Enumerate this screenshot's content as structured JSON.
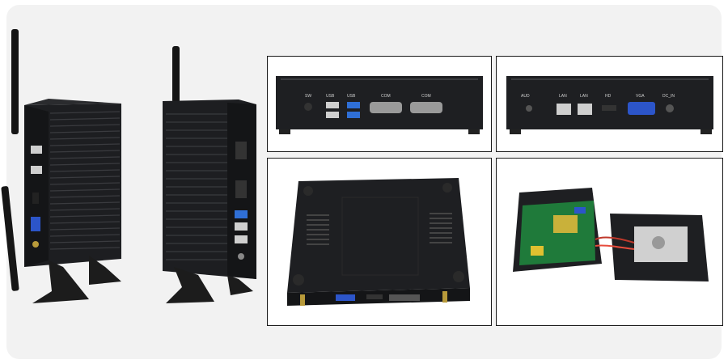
{
  "colors": {
    "background": "#f2f2f2",
    "frame_border": "#1a1a1a",
    "chassis": "#1e1f22",
    "usb3_blue": "#2f6fd6",
    "vga_blue": "#2c55c9",
    "pcb_green": "#1f7a3a"
  },
  "front_panel": {
    "sw": "SW",
    "usb_a": "USB",
    "usb_b": "USB",
    "com_a": "COM",
    "com_b": "COM"
  },
  "rear_panel": {
    "aud": "AUD",
    "lan_a": "LAN",
    "lan_b": "LAN",
    "hd": "HD",
    "vga": "VGA",
    "dc_in": "DC_IN"
  },
  "icons": [
    "antenna-icon",
    "fan-vent-icon",
    "screw-hole-icon",
    "hard-drive-icon"
  ]
}
